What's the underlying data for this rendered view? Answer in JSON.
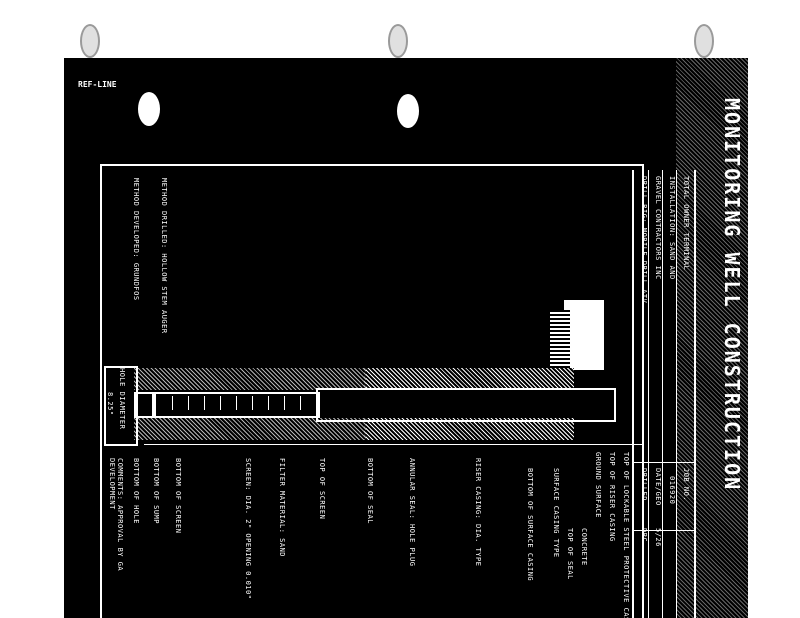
{
  "header": {
    "title": "MONITORING WELL CONSTRUCTION",
    "stamp": "REF-LINE"
  },
  "title_block": {
    "lines": [
      "TOTAL OWNER TERMINAL",
      "INSTALLATION: SAND AND",
      "GRAVEL CONTRACTORS INC",
      "DRILL RIG: MOBILE DRILL ATV"
    ],
    "job_no_label": "JOB NO.",
    "job_no": "016920",
    "date_label": "DATE/GEO",
    "date": "5/26",
    "drilled_label": "DRILLED",
    "drilled": "DRC"
  },
  "methods": {
    "drilled": "METHOD DRILLED: HOLLOW STEM AUGER",
    "developed": "METHOD DEVELOPED: GRUNDFOS"
  },
  "hole_diameter": {
    "label": "HOLE DIAMETER",
    "value": "8.25\""
  },
  "callouts_top": [
    "TOP OF LOCKABLE STEEL PROTECTIVE CASING",
    "TOP OF RISER CASING",
    "GROUND SURFACE",
    "CONCRETE",
    "TOP OF SEAL",
    "SURFACE CASING TYPE",
    "BOTTOM OF SURFACE CASING"
  ],
  "callouts_bottom": [
    "RISER CASING: DIA. TYPE",
    "ANNULAR SEAL: HOLE PLUG",
    "BOTTOM OF SEAL",
    "TOP OF SCREEN",
    "FILTER MATERIAL: SAND",
    "SCREEN: DIA. 2\" OPENING 0.010\"",
    "BOTTOM OF SCREEN",
    "BOTTOM OF SUMP",
    "BOTTOM OF HOLE",
    "COMMENTS: APPROVAL BY GA DEVELOPMENT"
  ]
}
